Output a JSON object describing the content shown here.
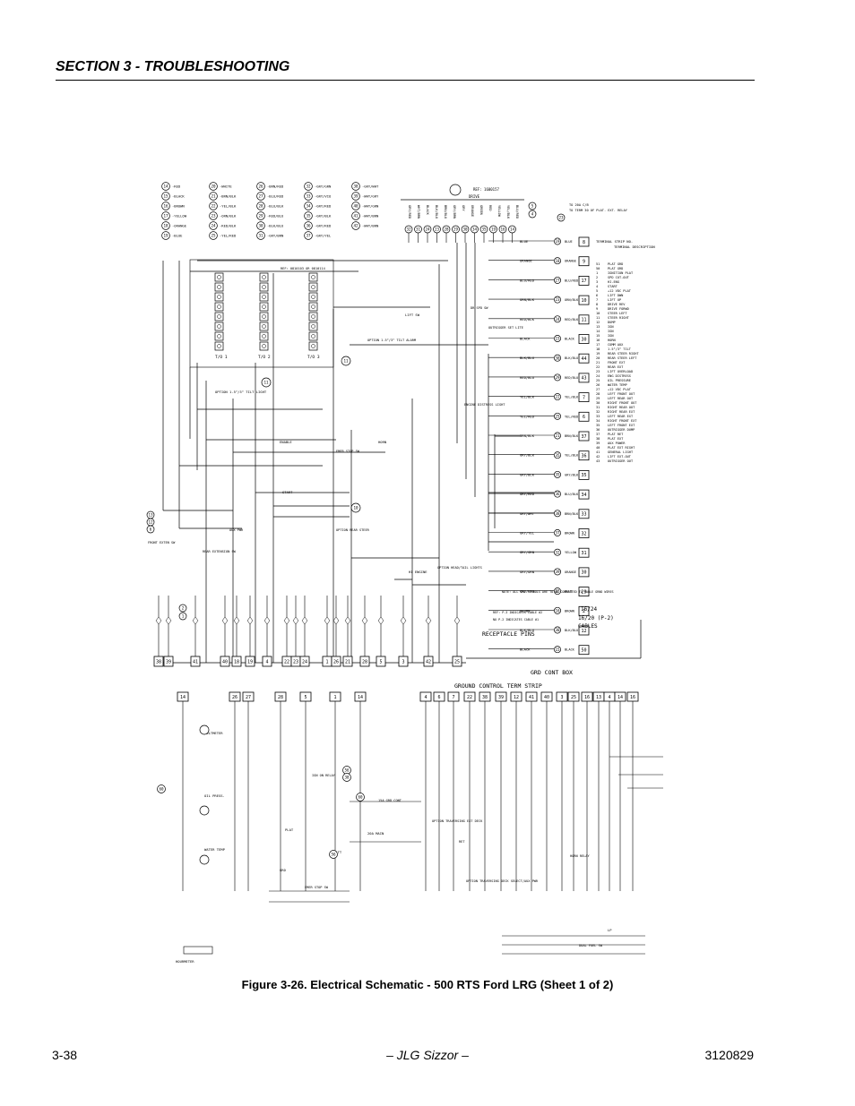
{
  "header": {
    "section_title": "SECTION 3 - TROUBLESHOOTING"
  },
  "figure": {
    "caption": "Figure 3-26.  Electrical Schematic - 500 RTS Ford LRG (Sheet 1 of 2)",
    "legend": [
      {
        "n": "14",
        "c": "-RED"
      },
      {
        "n": "15",
        "c": "-BLACK"
      },
      {
        "n": "16",
        "c": "-BROWN"
      },
      {
        "n": "17",
        "c": "-YELLOW"
      },
      {
        "n": "18",
        "c": "-ORANGE"
      },
      {
        "n": "19",
        "c": "-BLUE"
      },
      {
        "n": "20",
        "c": "-WHITE"
      },
      {
        "n": "21",
        "c": "-BRN/BLK"
      },
      {
        "n": "22",
        "c": "-YEL/BLK"
      },
      {
        "n": "23",
        "c": "-ORN/BLK"
      },
      {
        "n": "24",
        "c": "-RED/BLK"
      },
      {
        "n": "25",
        "c": "-YEL/RED"
      },
      {
        "n": "26",
        "c": "-BRN/RED"
      },
      {
        "n": "27",
        "c": "-BLU/RED"
      },
      {
        "n": "28",
        "c": "-BLU/BLK"
      },
      {
        "n": "29",
        "c": "-RED/BLU"
      },
      {
        "n": "30",
        "c": "-BLK/BLU"
      },
      {
        "n": "31",
        "c": "-GRY/BRN"
      },
      {
        "n": "32",
        "c": "-GRY/GRN"
      },
      {
        "n": "33",
        "c": "-GRY/VIO"
      },
      {
        "n": "34",
        "c": "-GRY/RED"
      },
      {
        "n": "35",
        "c": "-GRY/BLK"
      },
      {
        "n": "36",
        "c": "-GRY/RED"
      },
      {
        "n": "37",
        "c": "-GRY/YEL"
      },
      {
        "n": "38",
        "c": "-GRY/WHT"
      },
      {
        "n": "39",
        "c": "-WHT/GRY"
      },
      {
        "n": "40",
        "c": "-WHT/GRN"
      },
      {
        "n": "41",
        "c": "-WHT/BRN"
      },
      {
        "n": "42",
        "c": "-WHT/BRN"
      }
    ],
    "labels": {
      "ref_top": "REF: 1600157",
      "drive": "DRIVE",
      "to_term": "TO TERM 30 OF PLAT. EXT. RELAY",
      "to_20a": "TO 20A C/B",
      "terminal_strip": "TERMINAL STRIP NO.",
      "terminal_desc": "TERMINAL DESCRIPTION",
      "ref_0810103": "REF: 0810103 OR 0810114",
      "to1": "T/O 1",
      "to2": "T/O 2",
      "to3": "T/O 3",
      "option_tilt_light": "OPTION 1.5°/3° TILT LIGHT",
      "option_tilt_alarm": "OPTION 1.5°/3° TILT ALARM",
      "lift_sw": "LIFT SW",
      "dr_spd_sw": "DR SPD SW",
      "outrigger_set_lite": "OUTRIGGER SET LITE",
      "engine_distress": "ENGINE DISTRESS LIGHT",
      "enable": "ENABLE",
      "horn": "HORN",
      "emer_stop_sw": "EMER STOP SW",
      "start": "START",
      "option_rear_steer": "OPTION REAR STEER",
      "front_ext_sw": "FRONT EXTEN SW",
      "rear_ext_sw": "REAR EXTENSION SW",
      "aux_pwr": "AUX PWR",
      "hi_engine": "HI ENGINE",
      "option_head_tail": "OPTION HEAD/TAIL LIGHTS",
      "note": "NOTE: ALL GRD SYMBOLS ARE TO BE CONNECTED TO CABLE GRND WIRES",
      "ref_p3": "REF: P-3 INDICATES CABLE #2",
      "np_p2": "NO P-2 INDICATES CABLE #1",
      "cables_a": "16/24",
      "cables_b": "16/20 (P-2)",
      "cables_c": "CABLES",
      "receptacle_pins": "RECEPTACLE PINS",
      "grd_cont_box": "GRD CONT BOX",
      "ground_control_term_strip": "GROUND CONTROL TERM STRIP",
      "voltmeter": "VOLTMETER",
      "oil_press": "OIL PRESS.",
      "water_temp": "WATER TEMP",
      "hourmeter": "HOURMETER",
      "ign_relay": "IGN ON RELAY",
      "batt": "BATT",
      "plat": "PLAT",
      "grd": "GRD",
      "emer_stop_sw2": "EMER STOP SW",
      "main_20a": "20A MAIN",
      "grd_cont_15a": "15A GRD CONT",
      "option_trav_deck": "OPTION TRAVERSING EXT DECK",
      "ret": "RET",
      "option_trav_select": "OPTION TRAVERSING DECK SELECT/AUX PWR",
      "horn_relay": "HORN RELAY",
      "dual_fuel_sw": "DUAL FUEL SW",
      "lp": "LP"
    },
    "terminal_rows": [
      {
        "n": "51",
        "d": "PLAT GRD"
      },
      {
        "n": "50",
        "d": "PLAT GRD"
      },
      {
        "n": "1",
        "d": "IGNITION PLAT"
      },
      {
        "n": "2",
        "d": "SPD CUT-OUT"
      },
      {
        "n": "3",
        "d": "HI-ENG"
      },
      {
        "n": "4",
        "d": "START"
      },
      {
        "n": "5",
        "d": "+12 VDC PLAT"
      },
      {
        "n": "6",
        "d": "LIFT DWN"
      },
      {
        "n": "7",
        "d": "LIFT UP"
      },
      {
        "n": "8",
        "d": "DRIVE REV"
      },
      {
        "n": "9",
        "d": "DRIVE FORWD"
      },
      {
        "n": "10",
        "d": "STEER LEFT"
      },
      {
        "n": "11",
        "d": "STEER RIGHT"
      },
      {
        "n": "12",
        "d": "DUMP"
      },
      {
        "n": "13",
        "d": "IGN"
      },
      {
        "n": "14",
        "d": "IGN"
      },
      {
        "n": "15",
        "d": "IGN"
      },
      {
        "n": "16",
        "d": "HORN"
      },
      {
        "n": "17",
        "d": "COMM AUX"
      },
      {
        "n": "18",
        "d": "1.5°/3° TILT"
      },
      {
        "n": "19",
        "d": "REAR STEER RIGHT"
      },
      {
        "n": "20",
        "d": "REAR STEER LEFT"
      },
      {
        "n": "21",
        "d": "FRONT EXT"
      },
      {
        "n": "22",
        "d": "REAR EXT"
      },
      {
        "n": "23",
        "d": "LIFT OVERLOAD"
      },
      {
        "n": "24",
        "d": "ENG DISTRESS"
      },
      {
        "n": "25",
        "d": "OIL PRESSURE"
      },
      {
        "n": "26",
        "d": "WATER TEMP"
      },
      {
        "n": "27",
        "d": "+12 VDC PLAT"
      },
      {
        "n": "28",
        "d": "LEFT FRONT OUT"
      },
      {
        "n": "29",
        "d": "LEFT REAR OUT"
      },
      {
        "n": "30",
        "d": "RIGHT FRONT OUT"
      },
      {
        "n": "31",
        "d": "RIGHT REAR OUT"
      },
      {
        "n": "32",
        "d": "RIGHT REAR EXT"
      },
      {
        "n": "33",
        "d": "LEFT REAR EXT"
      },
      {
        "n": "34",
        "d": "RIGHT FRONT EXT"
      },
      {
        "n": "35",
        "d": "LEFT FRONT EXT"
      },
      {
        "n": "36",
        "d": "OUTRIGGER DUMP"
      },
      {
        "n": "37",
        "d": "PLAT RET"
      },
      {
        "n": "38",
        "d": "PLAT EXT"
      },
      {
        "n": "39",
        "d": "AUX POWER"
      },
      {
        "n": "40",
        "d": "PLAT EXT RIGHT"
      },
      {
        "n": "41",
        "d": "GENERAL LIGHT"
      },
      {
        "n": "42",
        "d": "LIFT EXT-OUT"
      },
      {
        "n": "43",
        "d": "OUTRIGGER OUT"
      }
    ],
    "top_wire_labels": [
      "GRY/RED",
      "WHT/BRN",
      "BLACK",
      "BLK/BLU",
      "BRN/BLU",
      "GRY/BRN",
      "GRY",
      "ORANGE",
      "GREEN",
      "RED",
      "YELLOW",
      "YEL/BLK",
      "BLU/RED"
    ],
    "top_pins": [
      "32",
      "31",
      "24",
      "23",
      "28",
      "29",
      "30",
      "34",
      "35",
      "19",
      "16",
      "14"
    ],
    "right_plug": [
      {
        "wire": "BLUE",
        "pin": "19",
        "label": "BLUE",
        "term": "8"
      },
      {
        "wire": "ORANGE",
        "pin": "18",
        "label": "ORANGE",
        "term": "9"
      },
      {
        "wire": "BLU/RED",
        "pin": "27",
        "label": "BLU/RED",
        "term": "17"
      },
      {
        "wire": "ORN/BLK",
        "pin": "23",
        "label": "ORN/BLK",
        "term": "10"
      },
      {
        "wire": "RED/BLK",
        "pin": "24",
        "label": "RED/BLK",
        "term": "11"
      },
      {
        "wire": "BLACK",
        "pin": "15",
        "label": "BLACK",
        "term": "30"
      },
      {
        "wire": "BLK/BLU",
        "pin": "30",
        "label": "BLK/BLU",
        "term": "44"
      },
      {
        "wire": "RED/BLU",
        "pin": "29",
        "label": "RED/BLU",
        "term": "43"
      },
      {
        "wire": "YEL/BLK",
        "pin": "22",
        "label": "YEL/BLK",
        "term": "7"
      },
      {
        "wire": "YEL/RED",
        "pin": "25",
        "label": "YEL/RED",
        "term": "6"
      },
      {
        "wire": "BRN/BLK",
        "pin": "21",
        "label": "BRN/BLK",
        "term": "37"
      },
      {
        "wire": "GRY/BLK",
        "pin": "35",
        "label": "YEL/BLK",
        "term": "36"
      },
      {
        "wire": "GRY/BLK",
        "pin": "35",
        "label": "GRY/BLK",
        "term": "35"
      },
      {
        "wire": "GRY/RED",
        "pin": "36",
        "label": "BLU/BLK",
        "term": "34"
      },
      {
        "wire": "GRY/WHT",
        "pin": "38",
        "label": "BRN/BLK",
        "term": "33"
      },
      {
        "wire": "GRY/YEL",
        "pin": "37",
        "label": "BROWN",
        "term": "32"
      },
      {
        "wire": "GRY/GRN",
        "pin": "32",
        "label": "YELLOW",
        "term": "31"
      },
      {
        "wire": "GRY/ORN",
        "pin": "39",
        "label": "ORANGE",
        "term": "30"
      },
      {
        "wire": "GRY/VIO",
        "pin": "33",
        "label": "BLUE",
        "term": "29"
      },
      {
        "wire": "BROWN",
        "pin": "16",
        "label": "BROWN",
        "term": "2"
      },
      {
        "wire": "BLK/BLU",
        "pin": "30",
        "label": "BLK/BLU",
        "term": "12"
      },
      {
        "wire": "BLACK",
        "pin": "15",
        "label": "BLACK",
        "term": "50"
      }
    ],
    "bottom_pins": [
      "38",
      "39",
      "41",
      "40",
      "18",
      "19",
      "4",
      "22",
      "23",
      "24",
      "1",
      "26",
      "21",
      "28",
      "5",
      "3",
      "42",
      "25"
    ],
    "lower_term_strip": [
      "14",
      "26",
      "27",
      "28",
      "5",
      "1",
      "14",
      "4",
      "6",
      "7",
      "22",
      "38",
      "39",
      "12",
      "41",
      "40",
      "3",
      "25",
      "16",
      "13",
      "4",
      "14",
      "16"
    ]
  },
  "footer": {
    "page_number": "3-38",
    "center": "– JLG Sizzor –",
    "doc_number": "3120829"
  }
}
